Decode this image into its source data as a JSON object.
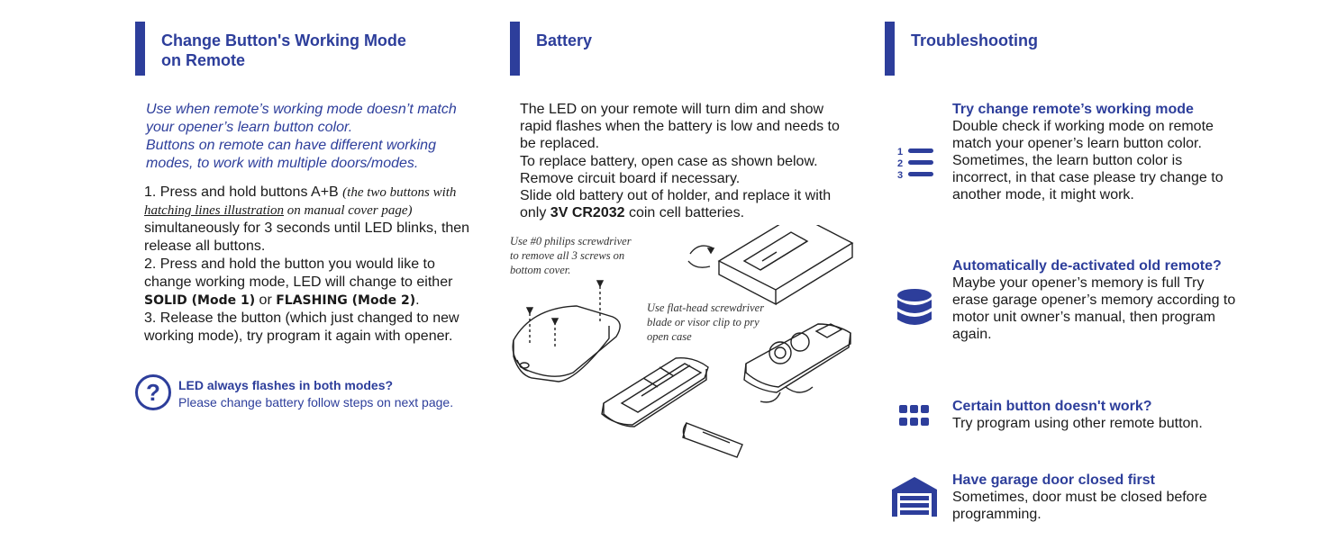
{
  "col1": {
    "heading_line1": "Change Button's Working Mode",
    "heading_line2": "on Remote",
    "intro_line1": "Use when remote’s working mode doesn’t match",
    "intro_line2": "your opener’s learn button color.",
    "intro_line3": "Buttons on remote can have different working",
    "intro_line4": "modes, to work with multiple doors/modes.",
    "step1_a": "1. Press and hold buttons A+B ",
    "step1_note_a": "(the two buttons with ",
    "step1_note_u": "hatching lines illustration",
    "step1_note_b": " on manual cover page)",
    "step1_b": " simultaneously for 3 seconds until LED blinks, then release all buttons.",
    "step2_a": "2. Press and hold the button you would like to change working mode, LED will change to either ",
    "solid": "SOLID",
    "mode1": " (Mode 1)",
    "or": " or ",
    "flashing": "FLASHING",
    "mode2": " (Mode 2)",
    "period": ".",
    "step3": "3. Release the button (which just changed to new working mode), try program it again with opener.",
    "question_title": "LED always flashes in both modes?",
    "question_body": "Please change battery follow steps on next page.",
    "question_icon_label": "?"
  },
  "col2": {
    "heading": "Battery",
    "text_a": "The LED on your remote will turn dim and show rapid flashes when the battery is low and needs to be replaced.",
    "text_b": "To replace battery, open case as shown below.",
    "text_c": "Remove circuit board if necessary.",
    "text_d": "Slide old battery out of holder, and replace it with only ",
    "battery_type": "3V CR2032",
    "text_e": " coin cell batteries.",
    "note1_line1": "Use #0 philips screwdriver",
    "note1_line2": "to remove all 3 screws on",
    "note1_line3": "bottom cover.",
    "note2_line1": "Use flat-head screwdriver",
    "note2_line2": "blade or visor clip to pry",
    "note2_line3": "open case"
  },
  "col3": {
    "heading": "Troubleshooting",
    "items": [
      {
        "icon": "numbered-list-icon",
        "title": "Try change remote’s working mode",
        "body": "Double check if working mode on remote match your opener’s learn button color. Sometimes, the learn button color is incorrect, in that case please try change to another mode, it might work."
      },
      {
        "icon": "database-icon",
        "title": "Automatically de-activated old remote?",
        "body": "Maybe your opener’s memory is full Try erase garage opener’s memory according to motor unit owner’s manual, then program again."
      },
      {
        "icon": "button-grid-icon",
        "title": "Certain button doesn't work?",
        "body": "Try program using other remote button."
      },
      {
        "icon": "garage-door-icon",
        "title": "Have garage door closed first",
        "body": "Sometimes, door must be closed before programming."
      }
    ],
    "list_numbers": [
      "1",
      "2",
      "3"
    ]
  },
  "colors": {
    "accent": "#2d3e9b",
    "text": "#1a1a1a"
  }
}
